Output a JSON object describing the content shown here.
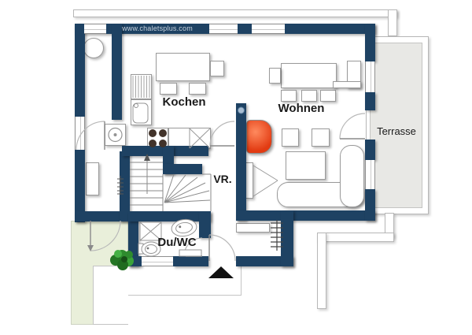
{
  "watermark": "www.chaletsplus.com",
  "rooms": {
    "kitchen": {
      "label": "Kochen"
    },
    "living_room": {
      "label": "Wohnen"
    },
    "terrace": {
      "label": "Terrasse"
    },
    "vestibule": {
      "label": "VR."
    },
    "shower_wc": {
      "label": "Du/WC"
    }
  },
  "colors": {
    "wall": "#1e4263",
    "terrace_floor": "#e8e8e5",
    "garden": "#e9efda",
    "fireplace": "#e23b12",
    "plant": "#2e8b2e",
    "entrance_marker": "#111111",
    "watermark_text": "#c7d2dd",
    "line": "#8a8a8a"
  },
  "furniture_icons": [
    "round-table",
    "sideboard",
    "washing-machine",
    "kitchen-table",
    "chair",
    "dish-drainer",
    "kitchen-sink",
    "stove",
    "kitchen-counter",
    "dining-table",
    "corner-bench",
    "stool",
    "coffee-table",
    "corner-sofa",
    "tv",
    "tiled-stove",
    "shelf",
    "coat-rack",
    "shower",
    "washbasin",
    "wc",
    "radiator",
    "plant",
    "staircase",
    "entrance-arrow"
  ]
}
